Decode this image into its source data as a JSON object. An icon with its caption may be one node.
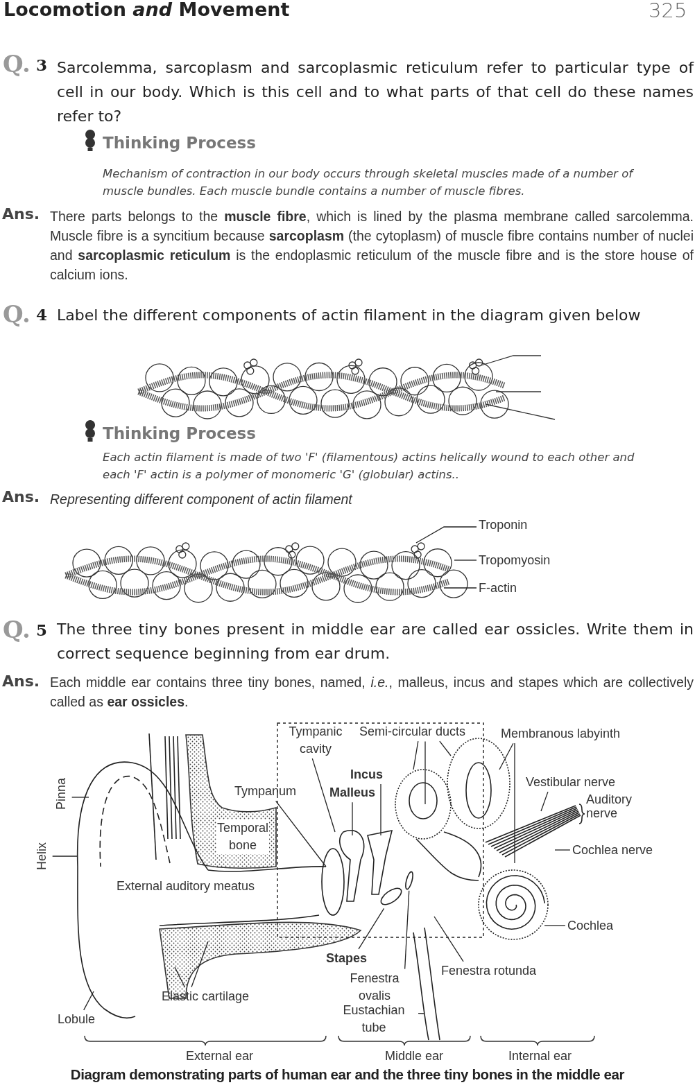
{
  "diagram": {
    "caption": "Diagram demonstrating parts of human ear and the three tiny bones in the middle ear",
    "nodes": [
      {
        "text": [
          "Troponin"
        ]
      },
      {
        "text": [
          "Tropomyosin"
        ]
      },
      {
        "text": [
          "F-actin"
        ]
      },
      {
        "text": [
          "Pinna"
        ]
      },
      {
        "text": [
          "Helix"
        ]
      },
      {
        "text": [
          "Tympanic cavity"
        ]
      },
      {
        "text": [
          "Semi-circular ducts"
        ]
      },
      {
        "text": [
          "Membranous labyinth"
        ]
      },
      {
        "text": [
          "Incus"
        ]
      },
      {
        "text": [
          "Malleus"
        ]
      },
      {
        "text": [
          "Tympanum"
        ]
      },
      {
        "text": [
          "Vestibular nerve"
        ]
      },
      {
        "text": [
          "Cochlea nerve"
        ]
      },
      {
        "text": [
          "Cochlea"
        ]
      },
      {
        "text": [
          "Stapes"
        ]
      },
      {
        "text": [
          "Fenestra rotunda"
        ]
      },
      {
        "text": [
          "Fenestra ovalis"
        ]
      },
      {
        "text": [
          "Eustachian tube"
        ]
      },
      {
        "text": [
          "Elastic cartilage"
        ]
      },
      {
        "text": [
          "Lobule"
        ]
      },
      {
        "text": [],
        "shape": "ellipse"
      },
      {
        "text": [],
        "shape": "ellipse"
      }
    ],
    "edges": [
      {
        "from": 0,
        "to": null,
        "arrow": "none"
      },
      {
        "from": 1,
        "to": null,
        "arrow": "none"
      },
      {
        "from": 2,
        "to": null,
        "arrow": "none"
      },
      {
        "from": 3,
        "to": null,
        "arrow": "none"
      },
      {
        "from": 4,
        "to": null,
        "arrow": "none"
      },
      {
        "from": 5,
        "to": null,
        "arrow": "none"
      },
      {
        "from": 6,
        "to": null,
        "arrow": "none"
      },
      {
        "from": 6,
        "to": null,
        "arrow": "none"
      },
      {
        "from": 6,
        "to": null,
        "arrow": "none"
      },
      {
        "from": 7,
        "to": null,
        "arrow": "none"
      },
      {
        "from": 7,
        "to": null,
        "arrow": "none"
      },
      {
        "from": 8,
        "to": null,
        "arrow": "none"
      },
      {
        "from": 9,
        "to": null,
        "arrow": "none"
      },
      {
        "from": 10,
        "to": null,
        "arrow": "none"
      },
      {
        "from": 11,
        "to": null,
        "arrow": "none"
      },
      {
        "from": 12,
        "to": null,
        "arrow": "none"
      },
      {
        "from": 13,
        "to": null,
        "arrow": "none"
      },
      {
        "from": 14,
        "to": 20,
        "arrow": "none"
      },
      {
        "from": 15,
        "to": null,
        "arrow": "none"
      },
      {
        "from": 16,
        "to": 21,
        "arrow": "none"
      },
      {
        "from": 17,
        "to": null,
        "arrow": "none"
      },
      {
        "from": 18,
        "to": null,
        "arrow": "none"
      },
      {
        "from": 18,
        "to": null,
        "arrow": "none"
      },
      {
        "from": 19,
        "to": null,
        "arrow": "none"
      }
    ],
    "labels": [
      "Locomotion *and* Movement",
      "325",
      "Q.",
      "3",
      "Sarcolemma, sarcoplasm and sarcoplasmic reticulum refer to particular type of cell in our body. Which is this cell and to what parts of that cell do these names refer to?",
      "Thinking Process",
      "Mechanism of contraction in our body  occurs through skeletal muscles made of a number of muscle bundles. Each muscle bundle contains a number of muscle fibres.",
      "Ans.",
      "There  parts belongs to  the **muscle fibre**,  which is lined by  the plasma membrane called sarcolemma. Muscle fibre is a syncitium because  **sarcoplasm** (the cytoplasm) of muscle fibre contains number of nuclei  and **sarcoplasmic reticulum** is the endoplasmic reticulum of the muscle fibre and is the store house of calcium ions.",
      "Q.",
      "4",
      "Label the different components of actin filament in the diagram given below",
      "Thinking Process",
      "Each actin  filament is made of two 'F' (filamentous) actins helically wound to each other and each 'F'  actin is a polymer of monomeric 'G'  (globular) actins..",
      "Ans.",
      "Representing different component of actin filament",
      "Q.",
      "5",
      "The three tiny bones present in middle ear are called ear ossicles. Write them in correct sequence beginning from ear drum.",
      "Ans.",
      "Each middle ear contains three tiny bones, named, *i.e.*, malleus, incus and stapes which are  collectively called as **ear ossicles**.",
      "Temporal bone",
      "External auditory meatus",
      "Auditory nerve",
      "External ear",
      "Middle ear",
      "Internal ear"
    ]
  }
}
